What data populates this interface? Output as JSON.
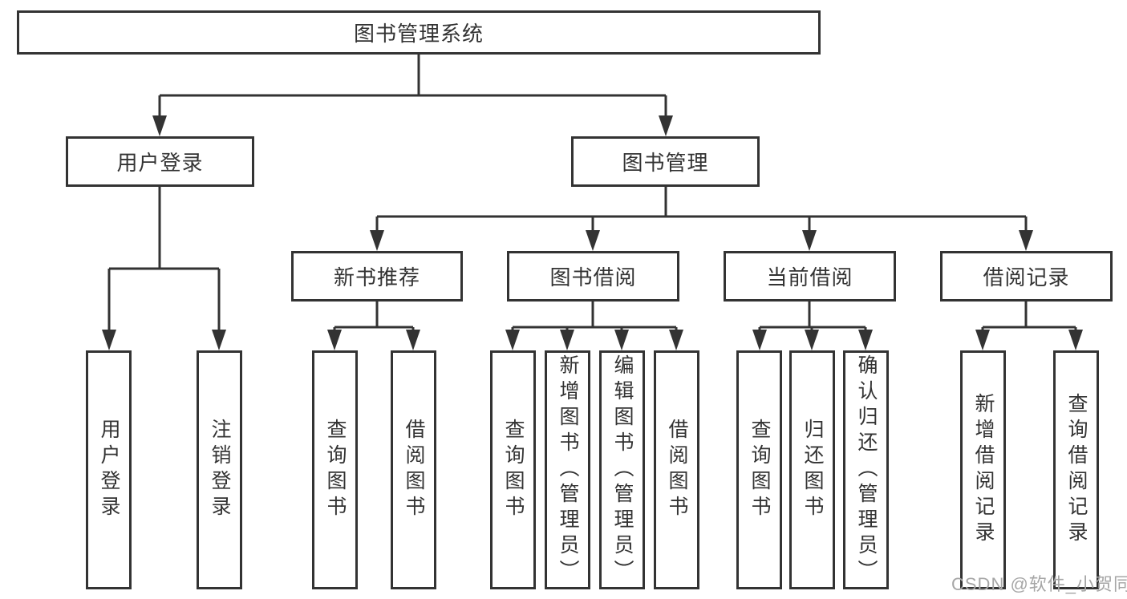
{
  "tree": {
    "root": "图书管理系统",
    "branches": {
      "user_login": {
        "label": "用户登录",
        "children": {
          "login": "用户登录",
          "logout": "注销登录"
        }
      },
      "book_mgmt": {
        "label": "图书管理",
        "sections": {
          "new_book_rec": {
            "label": "新书推荐",
            "children": {
              "query_books": "查询图书",
              "borrow_books": "借阅图书"
            }
          },
          "book_borrow": {
            "label": "图书借阅",
            "children": {
              "query_books": "查询图书",
              "add_book": "新增图书（管理员）",
              "edit_book": "编辑图书（管理员）",
              "borrow_books": "借阅图书"
            }
          },
          "current_borrow": {
            "label": "当前借阅",
            "children": {
              "query_books": "查询图书",
              "return_book": "归还图书",
              "confirm_return": "确认归还（管理员）"
            }
          },
          "borrow_records": {
            "label": "借阅记录",
            "children": {
              "add_record": "新增借阅记录",
              "query_record": "查询借阅记录"
            }
          }
        }
      }
    }
  },
  "watermark": "CSDN @软件_小贺同学",
  "colors": {
    "line": "#333333",
    "text": "#333333",
    "background": "#ffffff",
    "watermark_gray": "#a6a6a6"
  }
}
